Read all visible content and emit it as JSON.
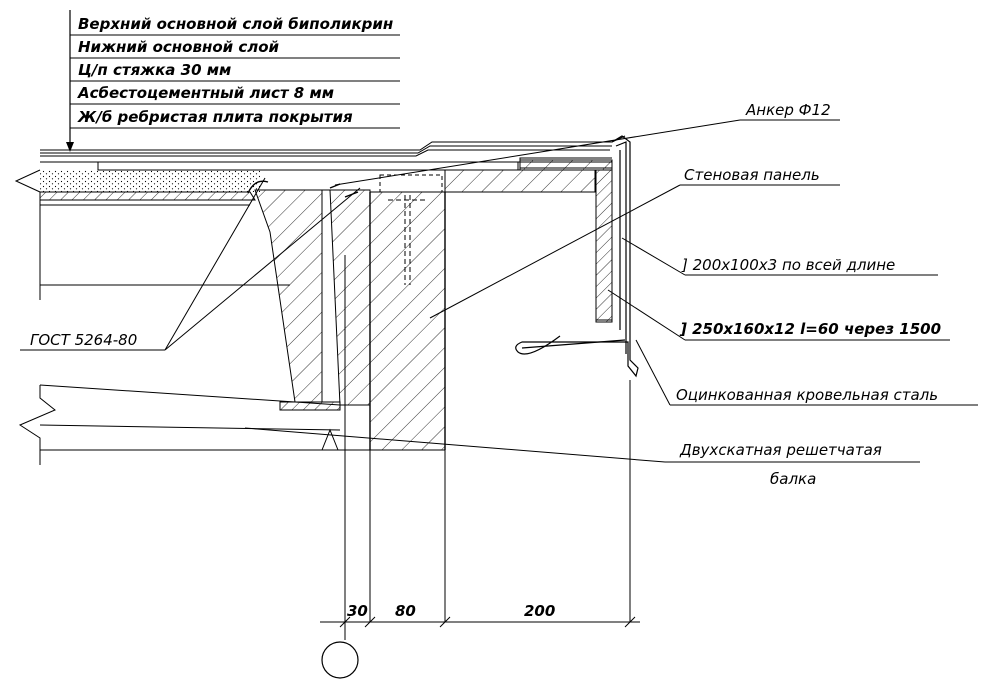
{
  "layers": [
    "Верхний основной слой биполикрин",
    "Нижний основной слой",
    "Ц/п стяжка 30 мм",
    "Асбестоцементный лист 8 мм",
    "Ж/б ребристая плита покрытия"
  ],
  "callouts": {
    "anchor": "Анкер Ф12",
    "wall_panel": "Стеновая панель",
    "channel": "] 200х100х3 по всей длине",
    "angle": "] 250х160х12 l=60 через 1500",
    "galvanized": "Оцинкованная кровельная сталь",
    "beam_line1": "Двухскатная решетчатая",
    "beam_line2": "балка",
    "gost": "ГОСТ 5264-80"
  },
  "dimensions": [
    "30",
    "80",
    "200"
  ],
  "colors": {
    "line": "#000000",
    "background": "#ffffff"
  }
}
